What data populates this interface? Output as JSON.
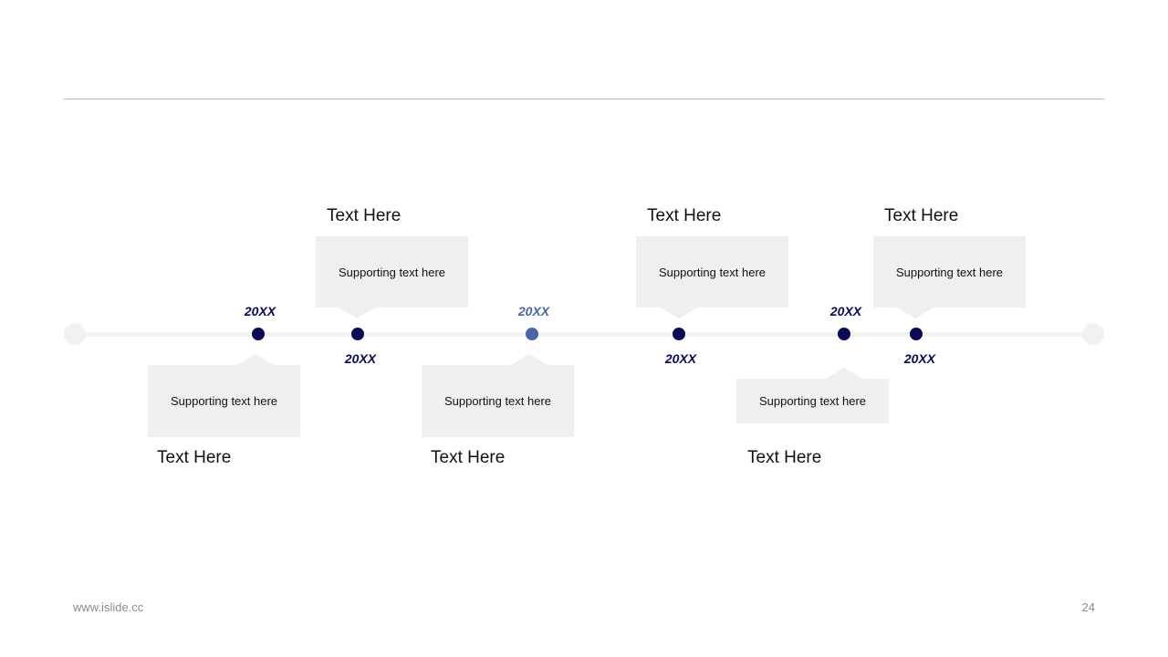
{
  "events": [
    {
      "year": "20XX",
      "title": "Text Here",
      "support": "Supporting  text here"
    },
    {
      "year": "20XX",
      "title": "Text Here",
      "support": "Supporting  text here"
    },
    {
      "year": "20XX",
      "title": "Text Here",
      "support": "Supporting  text here"
    },
    {
      "year": "20XX",
      "title": "Text Here",
      "support": "Supporting  text here"
    },
    {
      "year": "20XX",
      "title": "Text Here",
      "support": "Supporting  text here"
    },
    {
      "year": "20XX",
      "title": "Text Here",
      "support": "Supporting  text here"
    }
  ],
  "colors": {
    "dot_dark": "#0b0b55",
    "dot_highlight": "#4c64a8",
    "callout_bg": "#efefef",
    "track": "#f1f1f1"
  },
  "footer": {
    "website": "www.islide.cc",
    "page_number": "24"
  }
}
